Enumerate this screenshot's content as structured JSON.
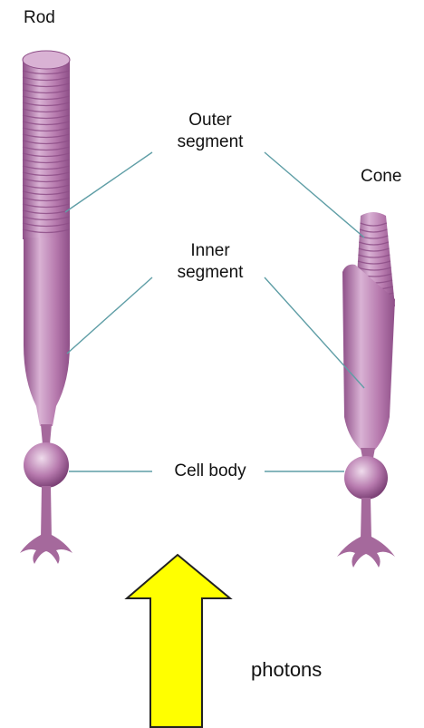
{
  "labels": {
    "rod": "Rod",
    "cone": "Cone",
    "outer_segment_line1": "Outer",
    "outer_segment_line2": "segment",
    "inner_segment_line1": "Inner",
    "inner_segment_line2": "segment",
    "cell_body": "Cell body",
    "photons": "photons"
  },
  "colors": {
    "cell_fill": "#b77aae",
    "cell_dark": "#8e4f88",
    "cell_light": "#e6c8e2",
    "leader_line": "#5f9ea6",
    "arrow_fill": "#ffff00",
    "arrow_stroke": "#222222"
  }
}
